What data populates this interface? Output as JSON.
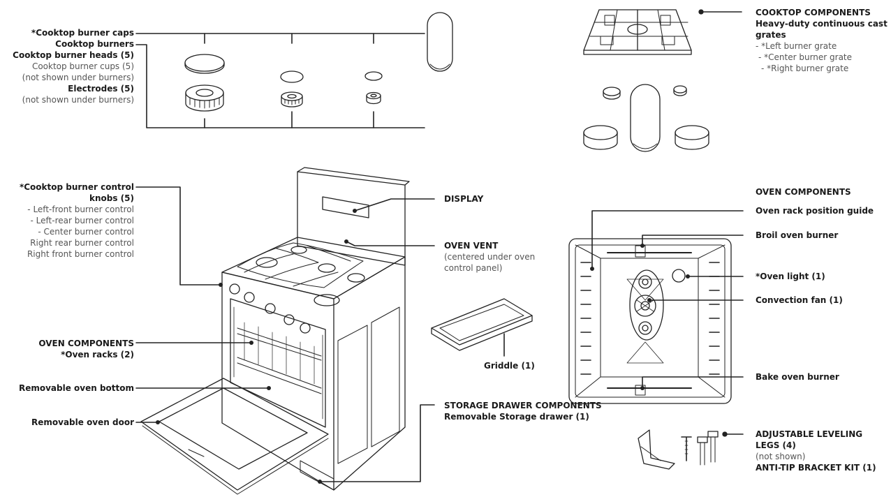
{
  "burner_parts": {
    "caps": "*Cooktop burner caps",
    "burners": "Cooktop burners",
    "heads": "Cooktop burner heads (5)",
    "cups": "Cooktop burner cups (5)",
    "cups_note": "(not shown under burners)",
    "electrodes": "Electrodes (5)",
    "electrodes_note": "(not shown under burners)"
  },
  "cooktop_components": {
    "title": "COOKTOP COMPONENTS",
    "line1": "Heavy-duty continuous cast",
    "line2": "grates",
    "items": [
      "- *Left burner grate",
      "- *Center burner grate",
      "- *Right burner grate"
    ]
  },
  "knobs": {
    "title1": "*Cooktop burner control",
    "title2": "knobs (5)",
    "items": [
      "- Left-front burner control",
      "- Left-rear burner control",
      "- Center burner control",
      "Right rear burner control",
      "Right front burner control"
    ]
  },
  "display": "DISPLAY",
  "oven_vent": {
    "title": "OVEN VENT",
    "line1": "(centered under oven",
    "line2": "control panel)"
  },
  "griddle": "Griddle (1)",
  "oven_left": {
    "title": "OVEN COMPONENTS",
    "racks": "*Oven racks (2)"
  },
  "oven_bottom": "Removable oven bottom",
  "oven_door": "Removable oven door",
  "storage": {
    "title": "STORAGE DRAWER COMPONENTS",
    "item": "Removable Storage drawer (1)"
  },
  "oven_right": {
    "title": "OVEN COMPONENTS",
    "rack_guide": "Oven rack position guide",
    "broil": "Broil oven burner",
    "light": "*Oven light (1)",
    "fan": "Convection fan (1)",
    "bake": "Bake oven burner"
  },
  "legs": {
    "line1": "ADJUSTABLE LEVELING",
    "line2": "LEGS (4)",
    "note": "(not shown)",
    "kit": "ANTI-TIP BRACKET KIT (1)"
  }
}
